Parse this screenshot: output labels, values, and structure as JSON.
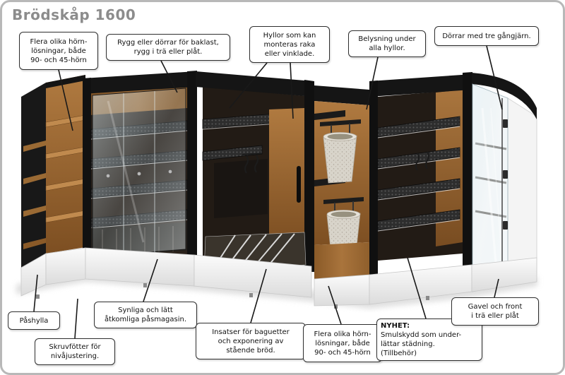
{
  "page": {
    "title": "Brödskåp 1600"
  },
  "colors": {
    "wood": "#9a6a34",
    "frame": "#161616",
    "base": "#f2f2f2",
    "title_gray": "#8c8c8c"
  },
  "callouts": {
    "corner_top": {
      "text": "Flera olika hörn-\nlösningar, både\n90- och 45-hörn"
    },
    "back_panel": {
      "text": "Rygg eller dörrar för baklast,\nrygg i trä eller plåt."
    },
    "shelves": {
      "text": "Hyllor som kan\nmonteras raka\neller vinklade."
    },
    "lighting": {
      "text": "Belysning under\nalla hyllor."
    },
    "doors": {
      "text": "Dörrar med tre gångjärn."
    },
    "bag_shelf": {
      "text": "Påshylla"
    },
    "feet": {
      "text": "Skruvfötter för\nnivåjustering."
    },
    "bag_magazine": {
      "text": "Synliga och lätt\nåtkomliga påsmagasin."
    },
    "inserts": {
      "text": "Insatser för baguetter\noch exponering av\nstående bröd."
    },
    "corner_bottom": {
      "text": "Flera olika hörn-\nlösningar, både\n90- och 45-hörn"
    },
    "news": {
      "heading": "NYHET:",
      "body": "Smulskydd som under-\nlättar städning.\n(Tillbehör)"
    },
    "gable": {
      "text": "Gavel och front\ni trä eller plåt"
    }
  }
}
